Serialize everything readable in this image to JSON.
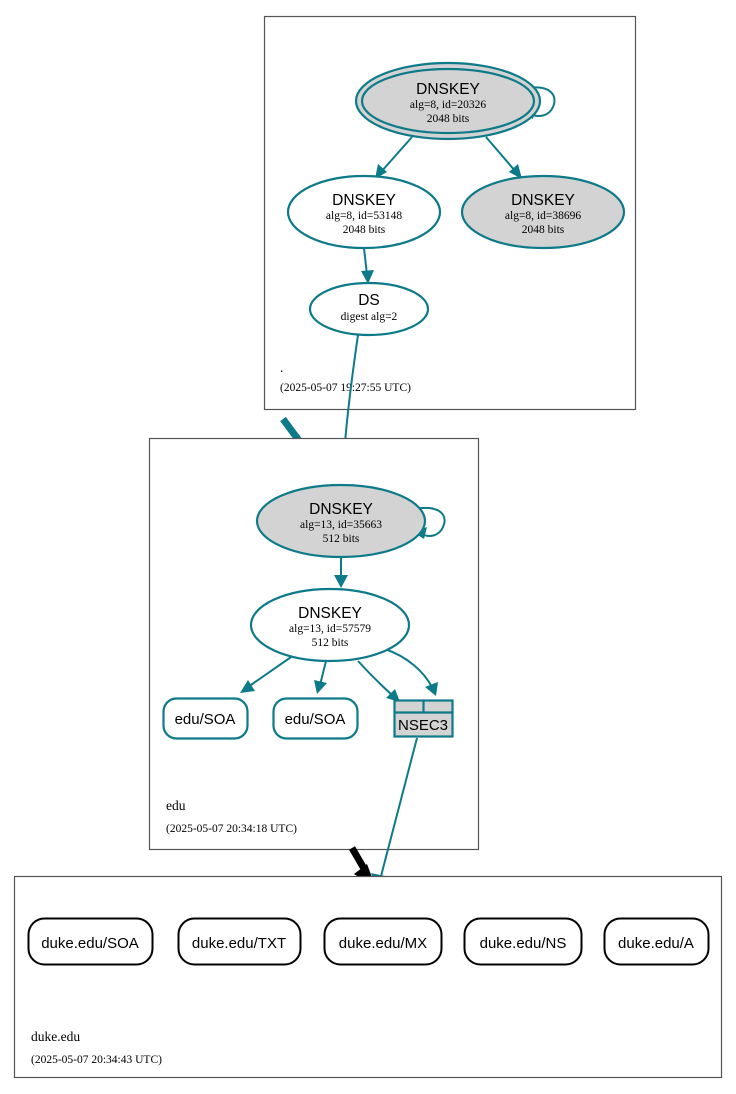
{
  "diagram": {
    "type": "dnssec-authentication-chain",
    "title_domain": "duke.edu",
    "colors": {
      "secure_teal": "#0d7a8a",
      "node_fill_gray": "#d3d3d3",
      "node_fill_white": "#ffffff",
      "zone_border": "#555555",
      "insecure_black": "#000000"
    }
  },
  "zones": [
    {
      "id": "root",
      "label": ".",
      "timestamp": "(2025-05-07 19:27:55 UTC)",
      "nodes": [
        {
          "id": "root-ksk",
          "shape": "ellipse",
          "peripheries": 2,
          "fill": "gray",
          "title": "DNSKEY",
          "line2": "alg=8, id=20326",
          "line3": "2048 bits"
        },
        {
          "id": "root-zsk-53148",
          "shape": "ellipse",
          "peripheries": 1,
          "fill": "white",
          "title": "DNSKEY",
          "line2": "alg=8, id=53148",
          "line3": "2048 bits"
        },
        {
          "id": "root-key-38696",
          "shape": "ellipse",
          "peripheries": 1,
          "fill": "gray",
          "title": "DNSKEY",
          "line2": "alg=8, id=38696",
          "line3": "2048 bits"
        },
        {
          "id": "root-ds",
          "shape": "ellipse",
          "peripheries": 1,
          "fill": "white",
          "title": "DS",
          "line2": "digest alg=2",
          "line3": ""
        }
      ]
    },
    {
      "id": "edu",
      "label": "edu",
      "timestamp": "(2025-05-07 20:34:18 UTC)",
      "nodes": [
        {
          "id": "edu-ksk",
          "shape": "ellipse",
          "peripheries": 1,
          "fill": "gray",
          "title": "DNSKEY",
          "line2": "alg=13, id=35663",
          "line3": "512 bits"
        },
        {
          "id": "edu-zsk",
          "shape": "ellipse",
          "peripheries": 1,
          "fill": "white",
          "title": "DNSKEY",
          "line2": "alg=13, id=57579",
          "line3": "512 bits"
        },
        {
          "id": "edu-soa-1",
          "shape": "rrect",
          "fill": "white",
          "title": "edu/SOA"
        },
        {
          "id": "edu-soa-2",
          "shape": "rrect",
          "fill": "white",
          "title": "edu/SOA"
        },
        {
          "id": "edu-nsec3",
          "shape": "record",
          "fill": "gray",
          "title": "NSEC3"
        }
      ]
    },
    {
      "id": "duke-edu",
      "label": "duke.edu",
      "timestamp": "(2025-05-07 20:34:43 UTC)",
      "nodes": [
        {
          "id": "duke-soa",
          "shape": "rrect",
          "stroke": "black",
          "title": "duke.edu/SOA"
        },
        {
          "id": "duke-txt",
          "shape": "rrect",
          "stroke": "black",
          "title": "duke.edu/TXT"
        },
        {
          "id": "duke-mx",
          "shape": "rrect",
          "stroke": "black",
          "title": "duke.edu/MX"
        },
        {
          "id": "duke-ns",
          "shape": "rrect",
          "stroke": "black",
          "title": "duke.edu/NS"
        },
        {
          "id": "duke-a",
          "shape": "rrect",
          "stroke": "black",
          "title": "duke.edu/A"
        }
      ]
    }
  ],
  "edges": [
    {
      "from": "root-ksk",
      "to": "root-ksk",
      "style": "self-loop",
      "color": "teal"
    },
    {
      "from": "root-ksk",
      "to": "root-zsk-53148",
      "color": "teal"
    },
    {
      "from": "root-ksk",
      "to": "root-key-38696",
      "color": "teal"
    },
    {
      "from": "root-zsk-53148",
      "to": "root-ds",
      "color": "teal"
    },
    {
      "from": "root-ds",
      "to": "edu-ksk",
      "color": "teal"
    },
    {
      "from": "root-zone",
      "to": "edu-zone",
      "color": "teal",
      "style": "zone-link"
    },
    {
      "from": "edu-ksk",
      "to": "edu-ksk",
      "style": "self-loop",
      "color": "teal"
    },
    {
      "from": "edu-ksk",
      "to": "edu-zsk",
      "color": "teal"
    },
    {
      "from": "edu-zsk",
      "to": "edu-soa-1",
      "color": "teal"
    },
    {
      "from": "edu-zsk",
      "to": "edu-soa-2",
      "color": "teal"
    },
    {
      "from": "edu-zsk",
      "to": "edu-nsec3",
      "color": "teal"
    },
    {
      "from": "edu-nsec3",
      "to": "duke-edu-zone",
      "color": "teal"
    },
    {
      "from": "edu-zone",
      "to": "duke-edu-zone",
      "color": "black",
      "style": "zone-link"
    }
  ]
}
